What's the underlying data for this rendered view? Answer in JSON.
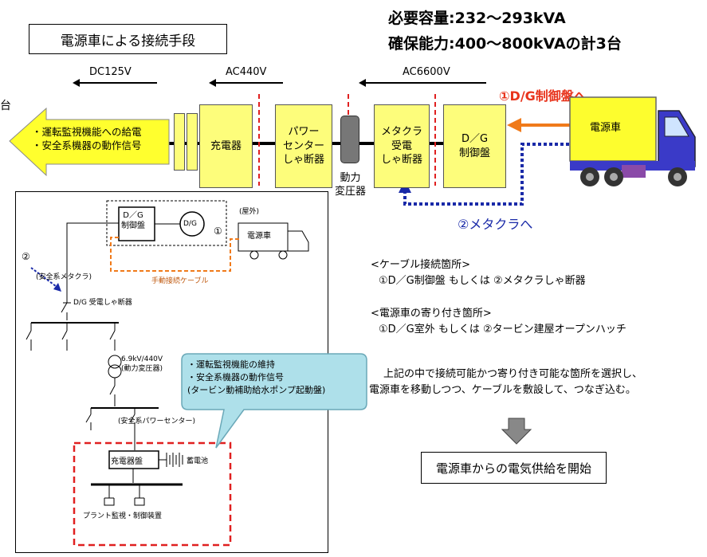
{
  "header": {
    "title": "電源車による接続手段",
    "required_capacity": "必要容量:232〜293kVA",
    "secured_capacity": "確保能力:400〜800kVAの計3台",
    "cut_left_text": "台"
  },
  "voltages": {
    "dc": "DC125V",
    "ac440": "AC440V",
    "ac6600": "AC6600V"
  },
  "flow_boxes": {
    "arrow_text_1": "・運転監視機能への給電",
    "arrow_text_2": "・安全系機器の動作信号",
    "charger": "充電器",
    "power_center_1": "パワー",
    "power_center_2": "センター",
    "power_center_3": "しゃ断器",
    "transformer_1": "動力",
    "transformer_2": "変圧器",
    "metaclad_1": "メタクラ",
    "metaclad_2": "受電",
    "metaclad_3": "しゃ断器",
    "dg_panel_1": "D／G",
    "dg_panel_2": "制御盤"
  },
  "truck": {
    "label": "電源車"
  },
  "routes": {
    "route1": "①D/G制御盤へ",
    "route2": "②メタクラへ"
  },
  "schematic": {
    "dg_panel_1": "D／G",
    "dg_panel_2": "制御盤",
    "dg_circle": "D/G",
    "marker1": "①",
    "outdoor": "(屋外)",
    "truck": "電源車",
    "cable": "手動接続ケーブル",
    "marker2": "②",
    "safety_metaclad": "(安全系メタクラ)",
    "dg_breaker": "D/G 受電しゃ断器",
    "transformer_1": "6.9kV/440V",
    "transformer_2": "(動力変圧器)",
    "safety_pc": "(安全系パワーセンター)",
    "charger": "充電器盤",
    "battery": "蓄電池",
    "plant_monitor": "プラント監視・制御装置"
  },
  "callout": {
    "line1": "・運転監視機能の維持",
    "line2": "・安全系機器の動作信号",
    "line3": "(タービン動補助給水ポンプ起動盤)"
  },
  "info": {
    "cable_heading": "<ケーブル接続箇所>",
    "cable_text": "①D／G制御盤 もしくは ②メタクラしゃ断器",
    "truck_heading": "<電源車の寄り付き箇所>",
    "truck_text": "①D／G室外 もしくは ②タービン建屋オープンハッチ",
    "summary_1": "上記の中で接続可能かつ寄り付き可能な箇所を選択し、",
    "summary_2": "電源車を移動しつつ、ケーブルを敷設して、つなぎ込む。"
  },
  "result": {
    "text": "電源車からの電気供給を開始"
  },
  "colors": {
    "yellow": "#fdfd7b",
    "red": "#e8341c",
    "orange": "#f07a1a",
    "navy": "#1a2aa8",
    "dash_red": "#e02020"
  }
}
